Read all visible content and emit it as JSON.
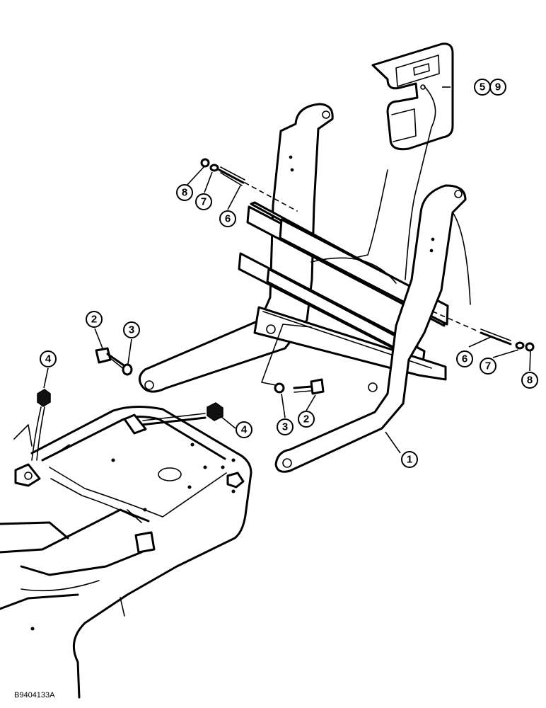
{
  "figure_ref": "B9404133A",
  "callouts": [
    {
      "id": "c1",
      "label": "1"
    },
    {
      "id": "c2a",
      "label": "2"
    },
    {
      "id": "c2b",
      "label": "2"
    },
    {
      "id": "c3a",
      "label": "3"
    },
    {
      "id": "c3b",
      "label": "3"
    },
    {
      "id": "c4a",
      "label": "4"
    },
    {
      "id": "c4b",
      "label": "4"
    },
    {
      "id": "c5",
      "label": "5"
    },
    {
      "id": "c9",
      "label": "9"
    },
    {
      "id": "c6a",
      "label": "6"
    },
    {
      "id": "c6b",
      "label": "6"
    },
    {
      "id": "c7a",
      "label": "7"
    },
    {
      "id": "c7b",
      "label": "7"
    },
    {
      "id": "c8a",
      "label": "8"
    },
    {
      "id": "c8b",
      "label": "8"
    }
  ]
}
